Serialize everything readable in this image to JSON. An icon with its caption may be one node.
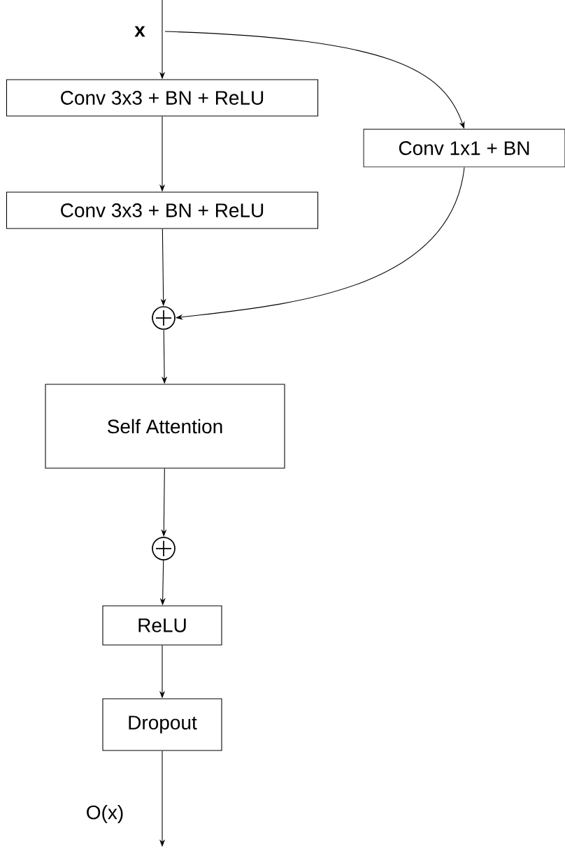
{
  "diagram": {
    "nodes": [
      {
        "text": [
          "Conv 3x3 + BN + ReLU"
        ]
      },
      {
        "text": [
          "Conv 3x3 + BN + ReLU"
        ]
      },
      {
        "text": [
          "Conv 1x1 + BN"
        ]
      },
      {
        "text": [],
        "shape": "circle"
      },
      {
        "text": [
          "Self Attention"
        ]
      },
      {
        "text": [],
        "shape": "circle"
      },
      {
        "text": [
          "ReLU"
        ]
      },
      {
        "text": [
          "Dropout"
        ]
      }
    ],
    "edges": [
      {
        "from": null,
        "to": 0,
        "arrow": "to"
      },
      {
        "from": null,
        "to": 2,
        "arrow": "to"
      },
      {
        "from": 0,
        "to": 1,
        "arrow": "to"
      },
      {
        "from": 1,
        "to": 3,
        "arrow": "to"
      },
      {
        "from": 2,
        "to": 3,
        "arrow": "to"
      },
      {
        "from": 3,
        "to": 4,
        "arrow": "to"
      },
      {
        "from": 4,
        "to": 5,
        "arrow": "to"
      },
      {
        "from": 5,
        "to": 6,
        "arrow": "to"
      },
      {
        "from": 6,
        "to": 7,
        "arrow": "to"
      },
      {
        "from": 7,
        "to": null,
        "arrow": "to"
      }
    ],
    "labels": [
      "**x**",
      "O(x)"
    ]
  }
}
